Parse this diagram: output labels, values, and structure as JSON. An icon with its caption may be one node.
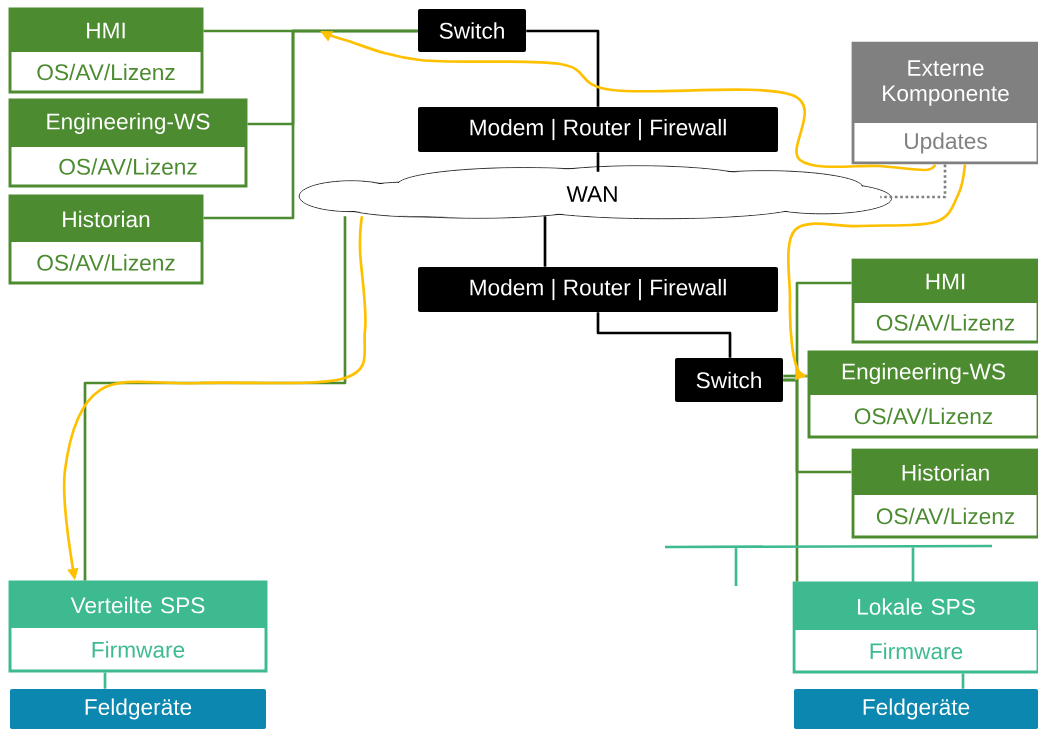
{
  "diagram": {
    "nodes": [
      {
        "text": [
          "HMI",
          "OS/AV/Lizenz"
        ]
      },
      {
        "text": [
          "Engineering-WS",
          "OS/AV/Lizenz"
        ]
      },
      {
        "text": [
          "Historian",
          "OS/AV/Lizenz"
        ]
      },
      {
        "text": [
          "Switch"
        ]
      },
      {
        "text": [
          "Modem | Router | Firewall"
        ]
      },
      {
        "text": [
          "WAN"
        ]
      },
      {
        "text": [
          "Externe Komponente",
          "Updates"
        ]
      },
      {
        "text": [
          "Modem | Router | Firewall"
        ]
      },
      {
        "text": [
          "Switch"
        ]
      },
      {
        "text": [
          "HMI",
          "OS/AV/Lizenz"
        ]
      },
      {
        "text": [
          "Engineering-WS",
          "OS/AV/Lizenz"
        ]
      },
      {
        "text": [
          "Historian",
          "OS/AV/Lizenz"
        ]
      },
      {
        "text": [
          "Verteilte SPS",
          "Firmware"
        ]
      },
      {
        "text": [
          "Feldgeräte"
        ]
      },
      {
        "text": [
          "Lokale SPS",
          "Firmware"
        ]
      },
      {
        "text": [
          "Feldgeräte"
        ]
      }
    ],
    "edges": [
      {
        "from": 0,
        "to": 3,
        "arrow": "none"
      },
      {
        "from": 1,
        "to": 3,
        "arrow": "none"
      },
      {
        "from": 2,
        "to": 3,
        "arrow": "none"
      },
      {
        "from": 3,
        "to": 4,
        "arrow": "none",
        "color": "#000000"
      },
      {
        "from": 4,
        "to": 5,
        "arrow": "none",
        "color": "#000000"
      },
      {
        "from": 5,
        "to": 7,
        "arrow": "none",
        "color": "#000000"
      },
      {
        "from": 7,
        "to": 8,
        "arrow": "none",
        "color": "#000000"
      },
      {
        "from": 8,
        "to": 9,
        "arrow": "none"
      },
      {
        "from": 8,
        "to": 10,
        "arrow": "none"
      },
      {
        "from": 8,
        "to": 11,
        "arrow": "none"
      },
      {
        "from": 8,
        "to": 14,
        "arrow": "none"
      },
      {
        "from": 6,
        "to": 5,
        "arrow": "none",
        "style": "dashed",
        "color": "#808080"
      },
      {
        "from": 5,
        "to": 12,
        "arrow": "none"
      },
      {
        "from": 12,
        "to": 13,
        "arrow": "none",
        "color": "#3dba8f"
      },
      {
        "from": 14,
        "to": 15,
        "arrow": "none",
        "color": "#3dba8f"
      },
      {
        "from": 6,
        "to": null,
        "arrow": "to",
        "color": "#ffc000"
      },
      {
        "from": 6,
        "to": 10,
        "arrow": "to",
        "color": "#ffc000"
      },
      {
        "from": 5,
        "to": 12,
        "arrow": "to",
        "color": "#ffc000"
      }
    ]
  }
}
